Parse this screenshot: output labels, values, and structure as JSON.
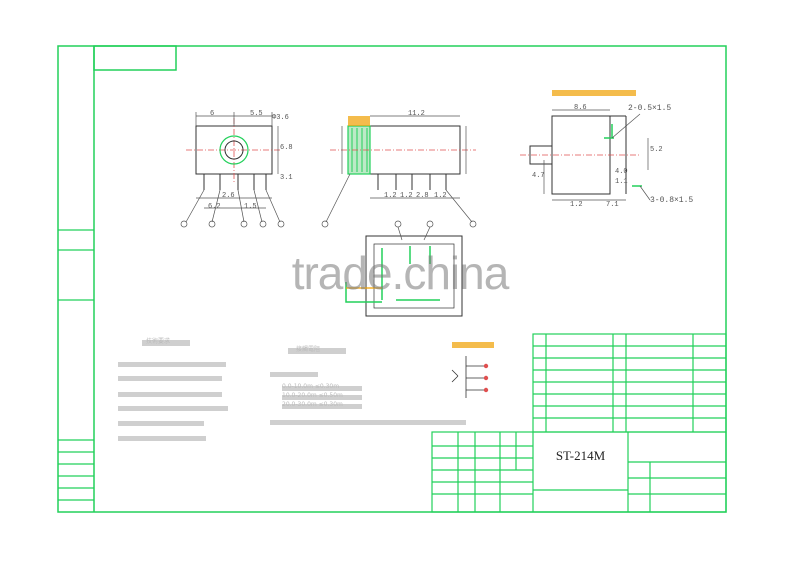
{
  "watermark": "trade.china",
  "part_number": "ST-214M",
  "colors": {
    "frame": "#22d05a",
    "dim": "#555555",
    "center": "#e05050",
    "accent": "#f0a000"
  },
  "dims": {
    "front": [
      "6",
      "5.5",
      "Φ3.6",
      "6.8",
      "3.1",
      "2.6",
      "6.2",
      "1.5"
    ],
    "side": [
      "11.2",
      "1.2",
      "1.2",
      "2.8",
      "1.2"
    ],
    "right": [
      "2-0.5×1.5",
      "8.6",
      "5.2",
      "4.0",
      "1.1",
      "3-0.8×1.5",
      "4.7",
      "1.2",
      "7.1"
    ]
  },
  "notes": {
    "left_title": "技術要求",
    "right_title": "接觸電阻",
    "right_rows": [
      "0.0-10.0m ≤0.30m",
      "10.0-20.0m ≤0.50m",
      "20.0-30.0m ≤0.30m"
    ]
  }
}
